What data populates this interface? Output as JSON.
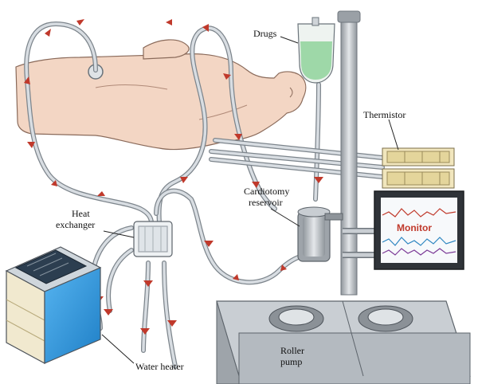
{
  "labels": {
    "drugs": "Drugs",
    "thermistor": "Thermistor",
    "cardiotomy_line1": "Cardiotomy",
    "cardiotomy_line2": "reservoir",
    "heat_line1": "Heat",
    "heat_line2": "exchanger",
    "monitor": "Monitor",
    "roller_line1": "Roller",
    "roller_line2": "pump",
    "water_heater": "Water heater"
  },
  "colors": {
    "skin": "#f3d6c4",
    "skin_outline": "#8a6a5a",
    "tube": "#d8dde2",
    "tube_outline": "#7d858c",
    "flow_arrow": "#c0392b",
    "drug_fluid": "#9ed8a8",
    "heater_panel": "#3aa0e6",
    "metal": "#b9bec4"
  }
}
